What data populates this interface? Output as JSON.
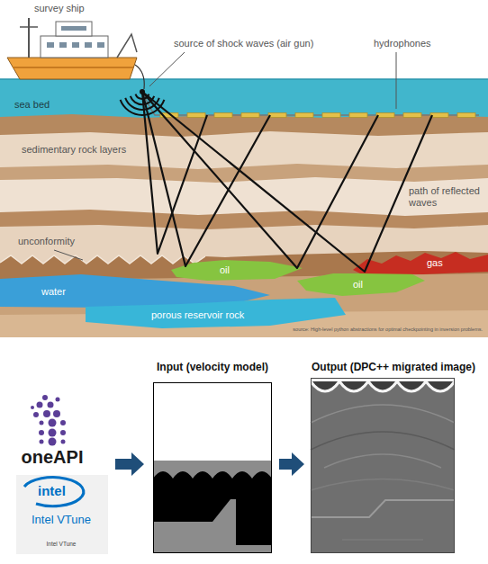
{
  "diagram": {
    "nodes": [
      {
        "text": [
          "oneAPI"
        ]
      },
      {
        "text": [
          "intel",
          "Intel VTune",
          "Intel VTune"
        ]
      },
      {
        "text": [
          "Input (velocity model)"
        ]
      },
      {
        "text": [
          "Output (DPC++ migrated image)"
        ]
      }
    ],
    "edges": [
      {
        "from": 0,
        "to": 2,
        "arrow": "to"
      },
      {
        "from": 2,
        "to": 3,
        "arrow": "to"
      }
    ],
    "labels": [
      "survey ship",
      "source of shock waves (air gun)",
      "hydrophones",
      "sea bed",
      "sedimentary rock layers",
      "path of reflected waves",
      "unconformity",
      "oil",
      "gas",
      "oil",
      "water",
      "porous reservoir rock",
      "source: High-level python abstractions for optimal checkpointing in inversion problems."
    ]
  }
}
